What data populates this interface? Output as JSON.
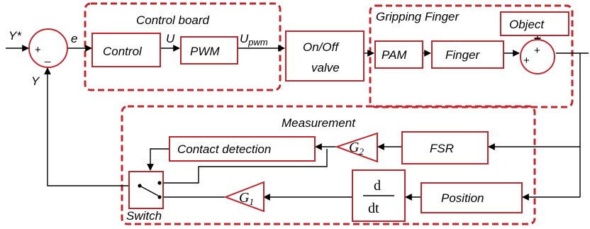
{
  "groups": {
    "control_board": "Control board",
    "gripping_finger": "Gripping Finger",
    "measurement": "Measurement"
  },
  "blocks": {
    "control": "Control",
    "pwm": "PWM",
    "valve_line1": "On/Off",
    "valve_line2": "valve",
    "pam": "PAM",
    "finger": "Finger",
    "object": "Object",
    "contact_detection": "Contact detection",
    "fsr": "FSR",
    "position": "Position",
    "switch": "Switch",
    "derivative_num": "d",
    "derivative_den": "dt"
  },
  "gains": {
    "g2_base": "G",
    "g2_sub": "2",
    "g1_base": "G",
    "g1_sub": "1"
  },
  "signals": {
    "reference": "Y*",
    "error": "e",
    "control": "U",
    "pwm_base": "U",
    "pwm_sub": "pwm",
    "feedback": "Y"
  },
  "junction_signs": {
    "ref_plus": "+",
    "ref_minus": "_",
    "sum_plus_left": "+",
    "sum_plus_top": "+"
  }
}
